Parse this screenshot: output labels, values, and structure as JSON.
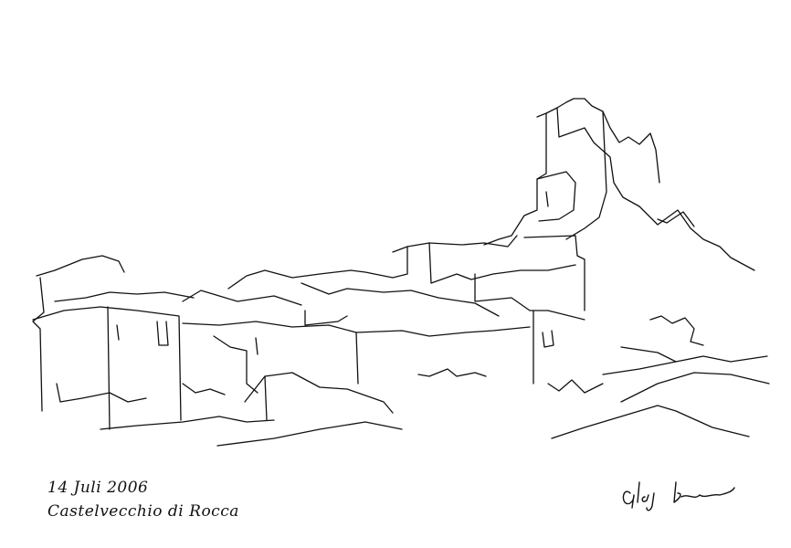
{
  "caption": {
    "date": "14 Juli 2006",
    "place": "Castelvecchio di Rocca"
  },
  "signature": "Gabi Braun",
  "colors": {
    "ink": "#111111",
    "paper": "#ffffff"
  }
}
